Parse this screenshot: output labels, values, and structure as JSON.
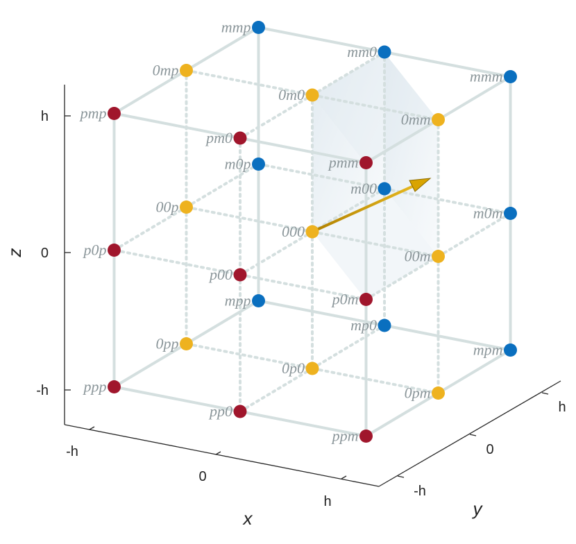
{
  "axes": {
    "x": {
      "label": "x",
      "ticks": [
        "-h",
        "0",
        "h"
      ]
    },
    "y": {
      "label": "y",
      "ticks": [
        "-h",
        "0",
        "h"
      ]
    },
    "z": {
      "label": "z",
      "ticks": [
        "h",
        "0",
        "-h"
      ]
    }
  },
  "colors": {
    "p_group": "#a0162c",
    "zero_group": "#eeb21f",
    "m_group": "#0a6fbf",
    "lattice": "#d4dfdf",
    "arrow": "#d9a400",
    "cell_face": "#dce7ef",
    "label": "#8a9599"
  },
  "nodes": [
    {
      "label": "mmp",
      "group": "m"
    },
    {
      "label": "mm0",
      "group": "m"
    },
    {
      "label": "mmm",
      "group": "m"
    },
    {
      "label": "0mp",
      "group": "0"
    },
    {
      "label": "0m0",
      "group": "0"
    },
    {
      "label": "0mm",
      "group": "0"
    },
    {
      "label": "pmp",
      "group": "p"
    },
    {
      "label": "pm0",
      "group": "p"
    },
    {
      "label": "pmm",
      "group": "p"
    },
    {
      "label": "m0p",
      "group": "m"
    },
    {
      "label": "m00",
      "group": "m"
    },
    {
      "label": "m0m",
      "group": "m"
    },
    {
      "label": "00p",
      "group": "0"
    },
    {
      "label": "000",
      "group": "0"
    },
    {
      "label": "00m",
      "group": "0"
    },
    {
      "label": "p0p",
      "group": "p"
    },
    {
      "label": "p00",
      "group": "p"
    },
    {
      "label": "p0m",
      "group": "p"
    },
    {
      "label": "mpp",
      "group": "m"
    },
    {
      "label": "mp0",
      "group": "m"
    },
    {
      "label": "mpm",
      "group": "m"
    },
    {
      "label": "0pp",
      "group": "0"
    },
    {
      "label": "0p0",
      "group": "0"
    },
    {
      "label": "0pm",
      "group": "0"
    },
    {
      "label": "ppp",
      "group": "p"
    },
    {
      "label": "pp0",
      "group": "p"
    },
    {
      "label": "ppm",
      "group": "p"
    }
  ]
}
